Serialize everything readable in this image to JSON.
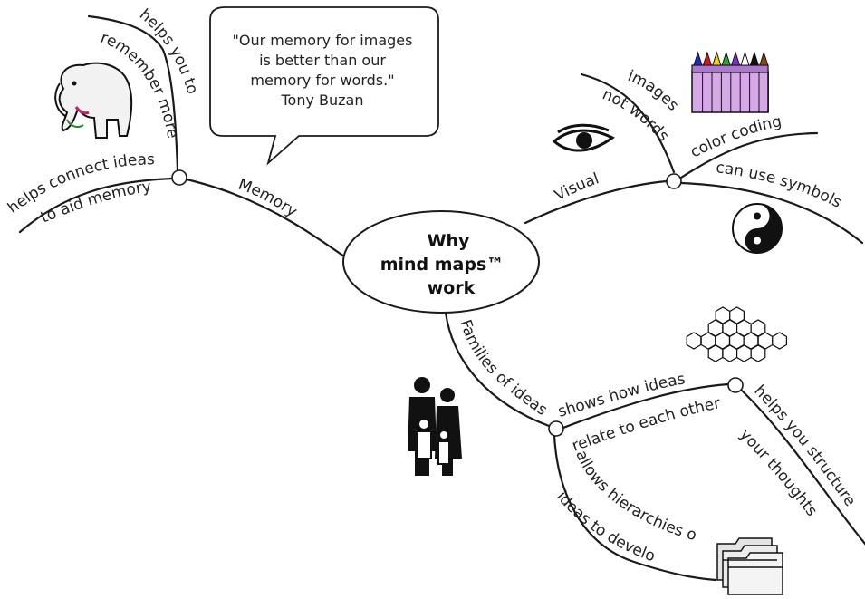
{
  "center": {
    "line1": "Why",
    "line2": "mind maps™",
    "line3": "work"
  },
  "quote": {
    "line1": "\"Our memory for images",
    "line2": "is better than our",
    "line3": "memory for words.\"",
    "author": "Tony Buzan"
  },
  "branches": {
    "memory": {
      "label": "Memory",
      "sub1": "helps you to",
      "sub2": "remember more",
      "sub3": "helps connect ideas",
      "sub4": "to aid memory"
    },
    "visual": {
      "label": "Visual",
      "sub1": "images",
      "sub2": "not words",
      "sub3": "color coding",
      "sub4": "can use symbols"
    },
    "families": {
      "label": "Families of ideas",
      "sub1": "shows how ideas",
      "sub2": "relate to each other",
      "sub3": "helps you structure",
      "sub4": "your thoughts",
      "sub5": "allows hierarchies of",
      "sub6": "ideas to develop"
    }
  },
  "icons": [
    "elephant-icon",
    "eye-icon",
    "crayons-icon",
    "yin-yang-icon",
    "honeycomb-icon",
    "family-icon",
    "folders-icon"
  ],
  "colors": {
    "crayons": [
      "#1a2ed0",
      "#d81a1a",
      "#f5d21a",
      "#2fa82f",
      "#7a2fc8",
      "#ffffff",
      "#111111",
      "#8a4a1a"
    ]
  }
}
